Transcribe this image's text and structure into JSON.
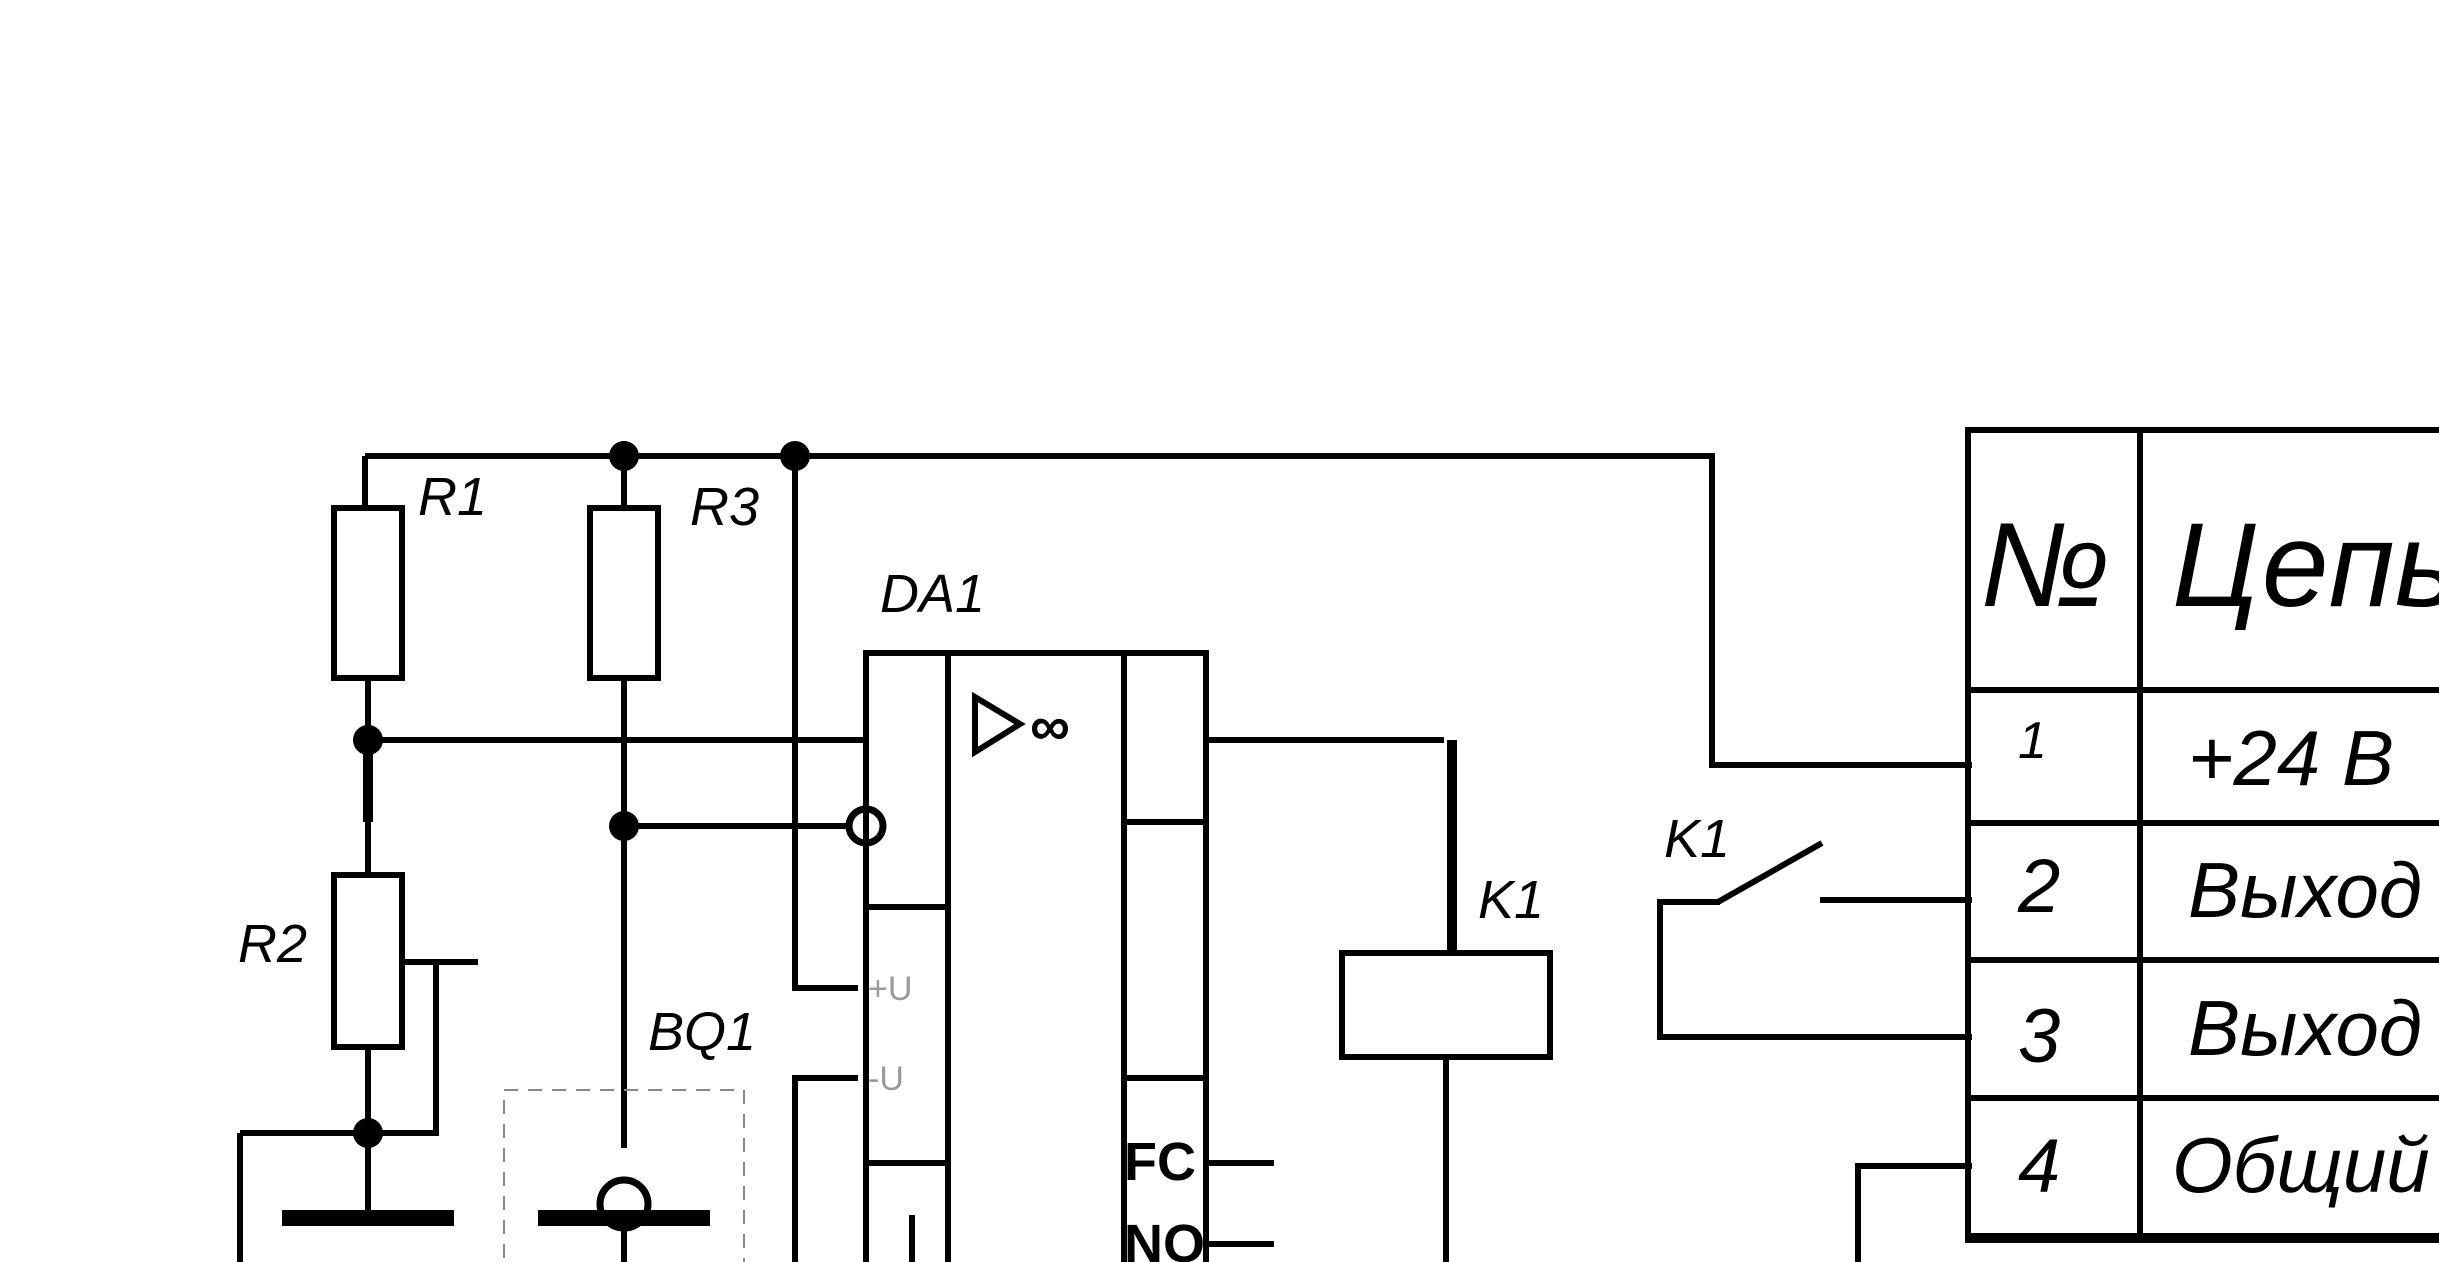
{
  "components": {
    "r1": "R1",
    "r2": "R2",
    "r3": "R3",
    "bq1": "BQ1",
    "da1": "DA1",
    "k1_coil": "K1",
    "k1_contact": "K1"
  },
  "da1_pins": {
    "fc": "FC",
    "no": "NO",
    "plus_u": "+U",
    "minus_u": "-U"
  },
  "connector_table": {
    "headers": [
      "№",
      "Цепь"
    ],
    "rows": [
      {
        "num": "1",
        "circuit": "+24 В"
      },
      {
        "num": "2",
        "circuit": "Выход"
      },
      {
        "num": "3",
        "circuit": "Выход"
      },
      {
        "num": "4",
        "circuit": "Общий"
      }
    ]
  }
}
